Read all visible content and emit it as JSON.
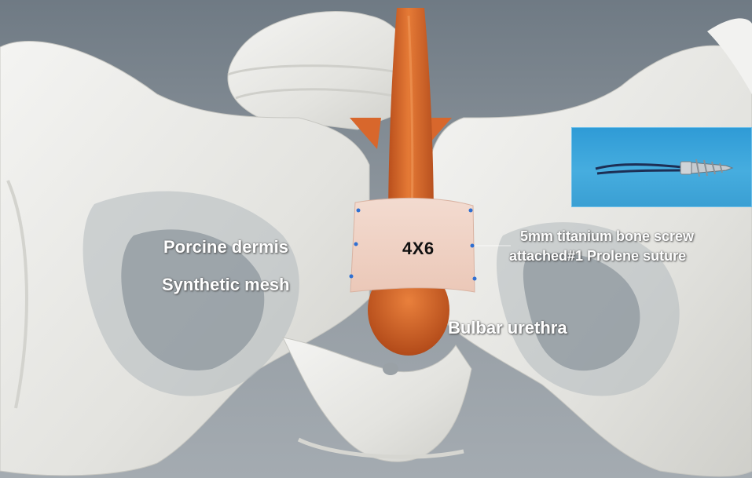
{
  "labels": {
    "porcine": "Porcine dermis",
    "synthetic": "Synthetic mesh",
    "bulbar": "Bulbar urethra",
    "screw_line1": "5mm titanium bone screw",
    "screw_line2": "attached#1 Prolene suture",
    "mesh_size": "4X6"
  },
  "icons": {
    "inset": "bone-screw-photo-icon",
    "suture_points": "suture-point-icon"
  },
  "colors": {
    "background": "#8a939b",
    "bone": "#e9e9e6",
    "urethra": "#d96a2a",
    "graft": "#f1d3c6",
    "inset_blue": "#3ea6db",
    "suture_dot": "#2f6fd1"
  }
}
